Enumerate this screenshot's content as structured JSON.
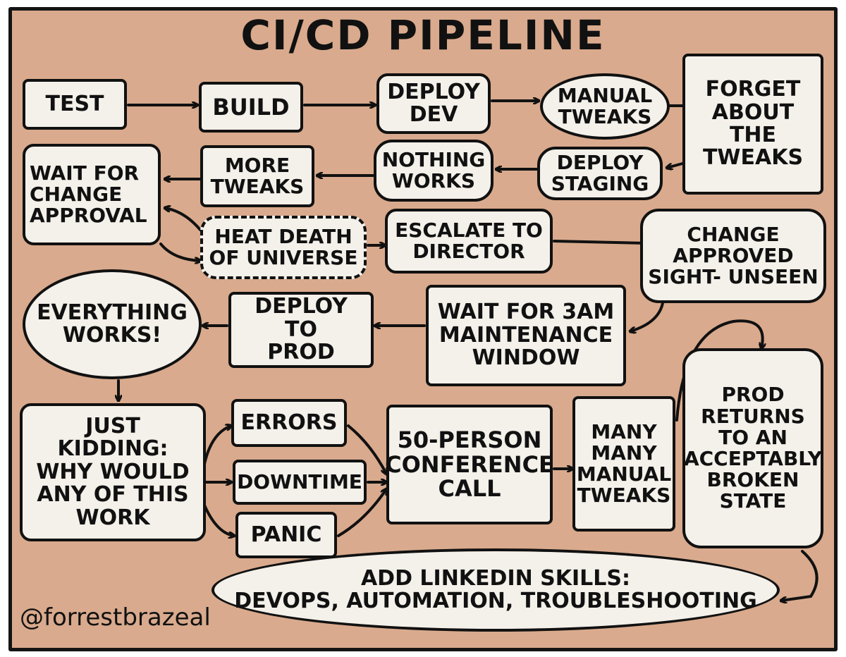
{
  "title": "CI/CD PIPELINE",
  "credit": "@forrestbrazeal",
  "steps": {
    "test": "TEST",
    "build": "BUILD",
    "deploy_dev": "DEPLOY\nDEV",
    "manual_tweaks": "MANUAL\nTWEAKS",
    "forget_tweaks": "FORGET\nABOUT\nTHE\nTWEAKS",
    "deploy_staging": "DEPLOY\nSTAGING",
    "nothing_works": "NOTHING\nWORKS",
    "more_tweaks": "MORE\nTWEAKS",
    "wait_change_approval": "WAIT FOR\nCHANGE\nAPPROVAL",
    "heat_death": "HEAT DEATH\nOF UNIVERSE",
    "escalate_director": "ESCALATE TO\nDIRECTOR",
    "change_approved": "CHANGE\nAPPROVED\nSIGHT- UNSEEN",
    "wait_3am": "WAIT FOR 3AM\nMAINTENANCE\nWINDOW",
    "deploy_prod": "DEPLOY TO\nPROD",
    "everything_works": "EVERYTHING\nWORKS!",
    "just_kidding": "JUST KIDDING:\nWHY WOULD\nANY OF THIS\nWORK",
    "errors": "ERRORS",
    "downtime": "DOWNTIME",
    "panic": "PANIC",
    "conference_call": "50-PERSON\nCONFERENCE\nCALL",
    "many_manual_tweaks": "MANY\nMANY\nMANUAL\nTWEAKS",
    "prod_returns": "PROD\nRETURNS\nTO AN\nACCEPTABLY\nBROKEN\nSTATE",
    "linkedin": "ADD LINKEDIN SKILLS:\nDEVOPS, AUTOMATION, TROUBLESHOOTING"
  },
  "colors": {
    "background": "#d9aa8d",
    "box_fill": "#f4f0ea",
    "ink": "#111111"
  }
}
